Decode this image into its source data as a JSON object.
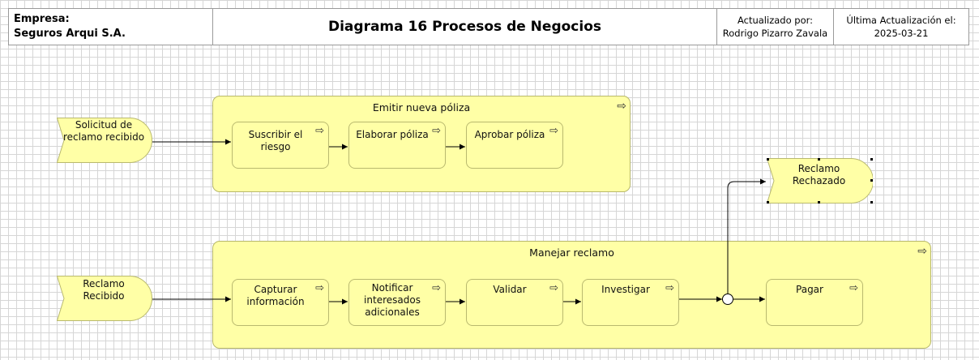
{
  "header": {
    "company_label": "Empresa:",
    "company_name": "Seguros Arqui S.A.",
    "title": "Diagrama 16 Procesos de Negocios",
    "updated_by_label": "Actualizado por:",
    "updated_by": "Rodrigo Pizarro Zavala",
    "last_update_label": "Última Actualización el:",
    "last_update": "2025-03-21"
  },
  "groups": {
    "emitir": {
      "title": "Emitir nueva póliza"
    },
    "manejar": {
      "title": "Manejar reclamo"
    }
  },
  "events": {
    "solicitud": "Solicitud de reclamo recibido",
    "reclamo_recibido": "Reclamo Recibido",
    "rechazado": "Reclamo Rechazado"
  },
  "tasks": {
    "suscribir": "Suscribir el riesgo",
    "elaborar": "Elaborar póliza",
    "aprobar": "Aprobar póliza",
    "capturar": "Capturar información",
    "notificar": "Notificar interesados adicionales",
    "validar": "Validar",
    "investigar": "Investigar",
    "pagar": "Pagar"
  },
  "colors": {
    "element_fill": "#ffffa6",
    "element_border": "#b9b96f",
    "grid": "#d6d6d6",
    "line": "#000000"
  },
  "icons": {
    "process": "process-arrow-icon"
  }
}
